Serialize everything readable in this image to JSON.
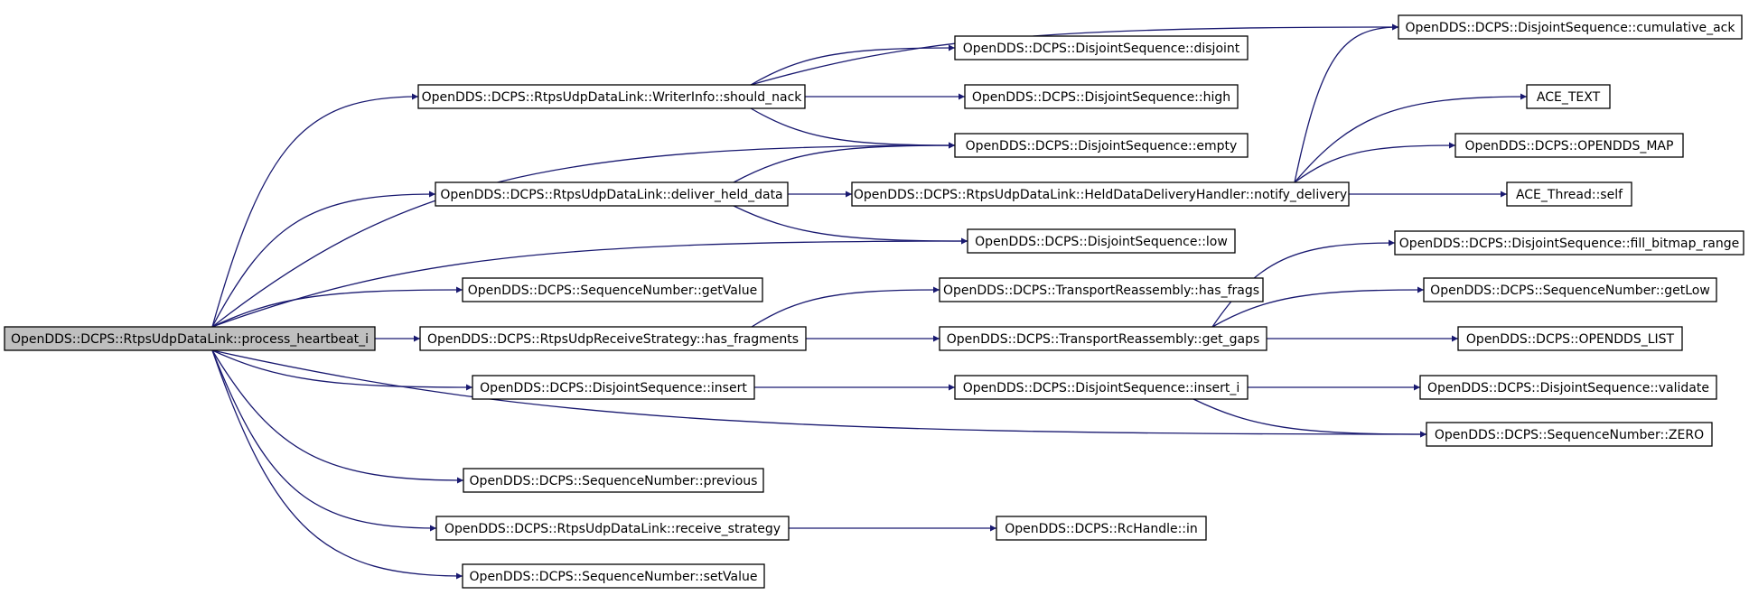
{
  "colors": {
    "edge": "#191970",
    "node_fill": "#ffffff",
    "root_fill": "#bfbfbf",
    "border": "#000000"
  },
  "nodes": [
    {
      "id": "n0",
      "label": "OpenDDS::DCPS::RtpsUdpDataLink::process_heartbeat_i",
      "root": true
    },
    {
      "id": "n1",
      "label": "OpenDDS::DCPS::RtpsUdpDataLink::WriterInfo::should_nack"
    },
    {
      "id": "n2",
      "label": "OpenDDS::DCPS::DisjointSequence::cumulative_ack"
    },
    {
      "id": "n3",
      "label": "OpenDDS::DCPS::DisjointSequence::disjoint"
    },
    {
      "id": "n4",
      "label": "OpenDDS::DCPS::DisjointSequence::high"
    },
    {
      "id": "n5",
      "label": "OpenDDS::DCPS::DisjointSequence::empty"
    },
    {
      "id": "n6",
      "label": "OpenDDS::DCPS::RtpsUdpDataLink::deliver_held_data"
    },
    {
      "id": "n7",
      "label": "OpenDDS::DCPS::RtpsUdpDataLink::HeldDataDeliveryHandler::notify_delivery"
    },
    {
      "id": "n8",
      "label": "ACE_TEXT"
    },
    {
      "id": "n9",
      "label": "OpenDDS::DCPS::OPENDDS_MAP"
    },
    {
      "id": "n10",
      "label": "ACE_Thread::self"
    },
    {
      "id": "n11",
      "label": "OpenDDS::DCPS::DisjointSequence::low"
    },
    {
      "id": "n12",
      "label": "OpenDDS::DCPS::DisjointSequence::fill_bitmap_range"
    },
    {
      "id": "n13",
      "label": "OpenDDS::DCPS::SequenceNumber::getValue"
    },
    {
      "id": "n14",
      "label": "OpenDDS::DCPS::TransportReassembly::has_frags"
    },
    {
      "id": "n15",
      "label": "OpenDDS::DCPS::SequenceNumber::getLow"
    },
    {
      "id": "n16",
      "label": "OpenDDS::DCPS::RtpsUdpReceiveStrategy::has_fragments"
    },
    {
      "id": "n17",
      "label": "OpenDDS::DCPS::TransportReassembly::get_gaps"
    },
    {
      "id": "n18",
      "label": "OpenDDS::DCPS::OPENDDS_LIST"
    },
    {
      "id": "n19",
      "label": "OpenDDS::DCPS::DisjointSequence::insert"
    },
    {
      "id": "n20",
      "label": "OpenDDS::DCPS::DisjointSequence::insert_i"
    },
    {
      "id": "n21",
      "label": "OpenDDS::DCPS::DisjointSequence::validate"
    },
    {
      "id": "n22",
      "label": "OpenDDS::DCPS::SequenceNumber::ZERO"
    },
    {
      "id": "n23",
      "label": "OpenDDS::DCPS::SequenceNumber::previous"
    },
    {
      "id": "n24",
      "label": "OpenDDS::DCPS::RtpsUdpDataLink::receive_strategy"
    },
    {
      "id": "n25",
      "label": "OpenDDS::DCPS::RcHandle::in"
    },
    {
      "id": "n26",
      "label": "OpenDDS::DCPS::SequenceNumber::setValue"
    }
  ],
  "edges": [
    [
      "n0",
      "n1"
    ],
    [
      "n0",
      "n5"
    ],
    [
      "n0",
      "n6"
    ],
    [
      "n0",
      "n11"
    ],
    [
      "n0",
      "n13"
    ],
    [
      "n0",
      "n16"
    ],
    [
      "n0",
      "n19"
    ],
    [
      "n0",
      "n22"
    ],
    [
      "n0",
      "n23"
    ],
    [
      "n0",
      "n24"
    ],
    [
      "n0",
      "n26"
    ],
    [
      "n1",
      "n2"
    ],
    [
      "n1",
      "n3"
    ],
    [
      "n1",
      "n4"
    ],
    [
      "n1",
      "n5"
    ],
    [
      "n6",
      "n5"
    ],
    [
      "n6",
      "n7"
    ],
    [
      "n6",
      "n11"
    ],
    [
      "n7",
      "n2"
    ],
    [
      "n7",
      "n8"
    ],
    [
      "n7",
      "n9"
    ],
    [
      "n7",
      "n10"
    ],
    [
      "n16",
      "n14"
    ],
    [
      "n16",
      "n17"
    ],
    [
      "n17",
      "n12"
    ],
    [
      "n17",
      "n15"
    ],
    [
      "n17",
      "n18"
    ],
    [
      "n19",
      "n20"
    ],
    [
      "n20",
      "n21"
    ],
    [
      "n20",
      "n22"
    ],
    [
      "n24",
      "n25"
    ]
  ]
}
